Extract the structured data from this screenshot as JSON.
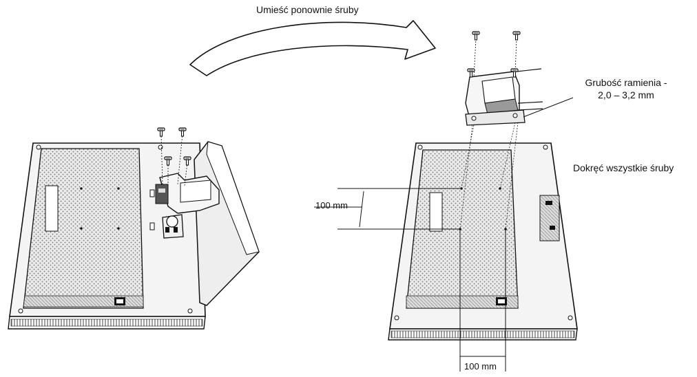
{
  "labels": {
    "reattach_screws": "Umieść ponownie śruby",
    "arm_thickness_title": "Grubość ramienia -",
    "arm_thickness_range": "2,0 – 3,2 mm",
    "tighten_all_screws": "Dokręć wszystkie śruby",
    "vesa_vertical": "100 mm",
    "vesa_horizontal": "100 mm"
  },
  "icons": [
    "curved-arrow-icon",
    "screw-icon",
    "monitor-back-illustration",
    "stand-illustration",
    "mounting-arm-illustration"
  ]
}
